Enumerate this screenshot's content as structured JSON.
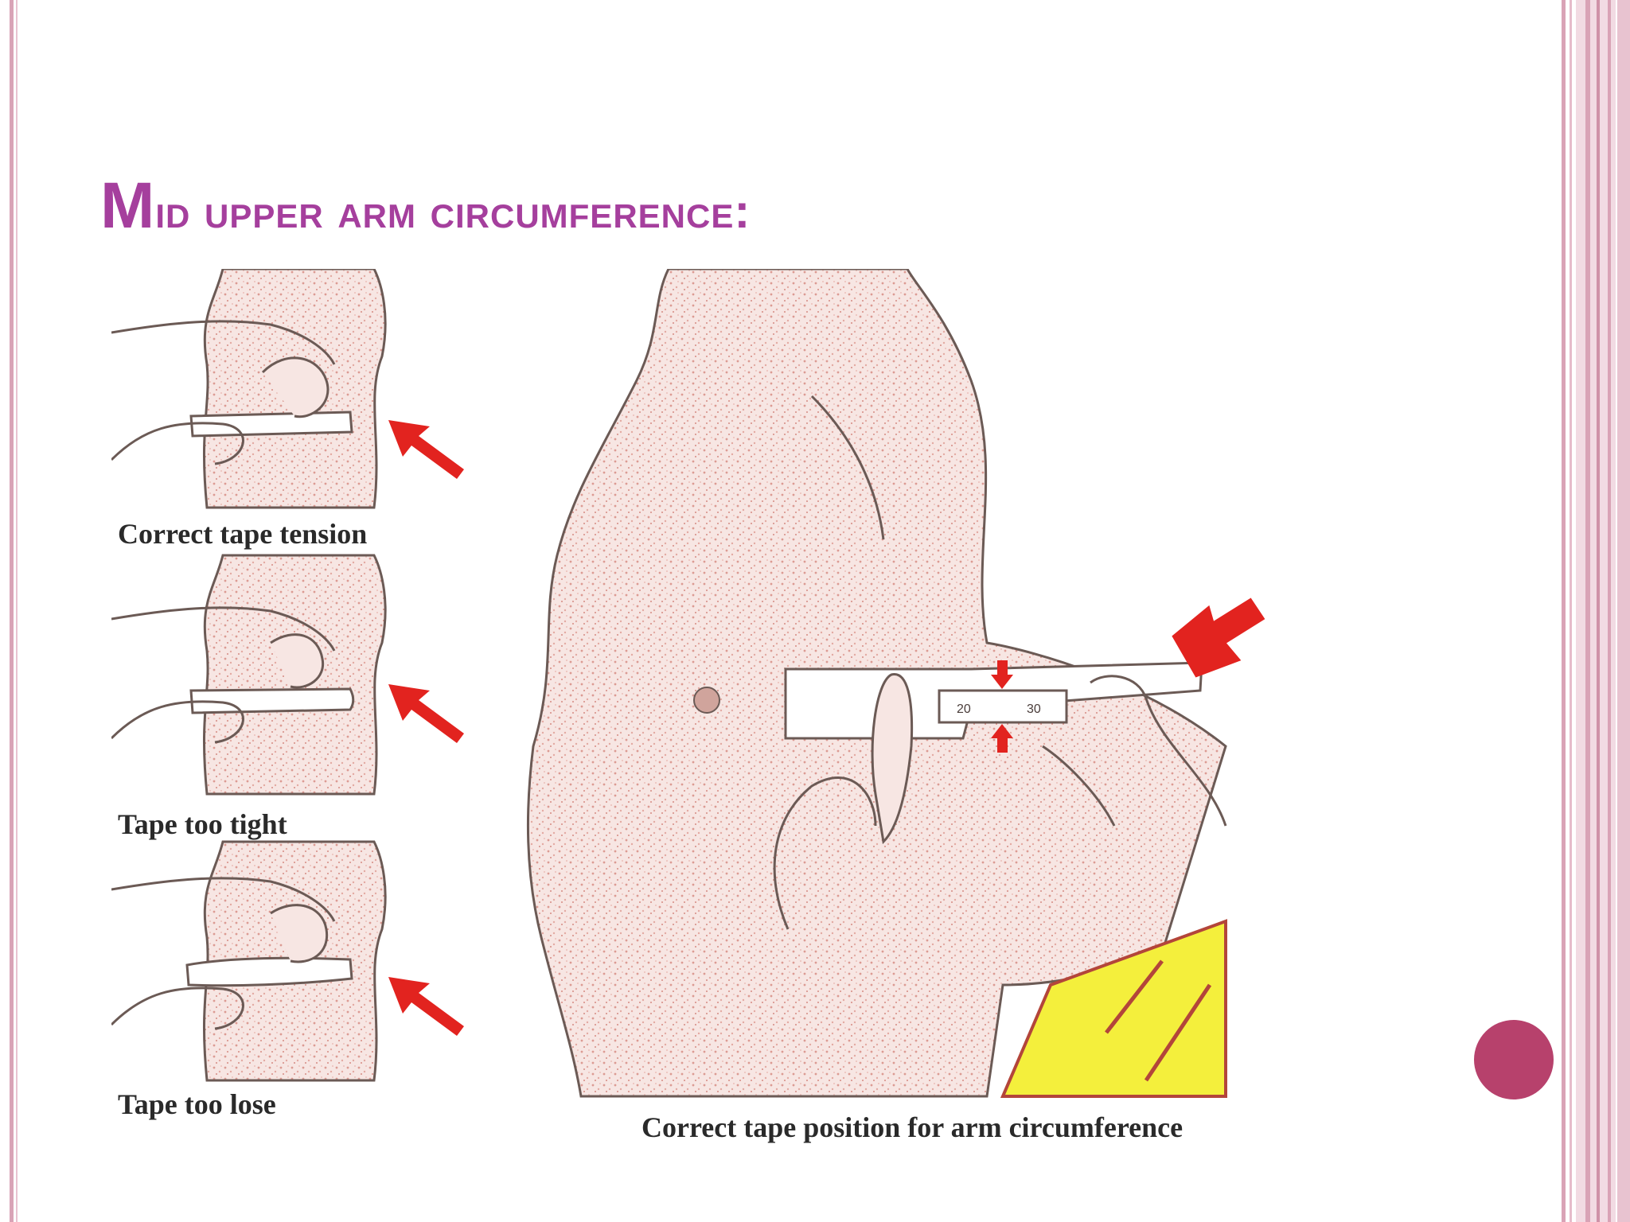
{
  "slide": {
    "title_first_letter": "M",
    "title_rest": "id upper arm circumference:",
    "title_color": "#a53f9d",
    "accent_color": "#b7416c"
  },
  "figure": {
    "captions": {
      "correct_tension": "Correct tape tension",
      "too_tight": "Tape too tight",
      "too_lose": "Tape too lose",
      "correct_position": "Correct tape position for arm circumference"
    },
    "tape_marks": {
      "left": "20",
      "right": "30"
    },
    "colors": {
      "skin_shading": "#e9b8b0",
      "outline": "#6b5a55",
      "arrow": "#e2231f",
      "sleeve_yellow": "#f4ef3c",
      "sleeve_stripe": "#b3453a"
    }
  }
}
